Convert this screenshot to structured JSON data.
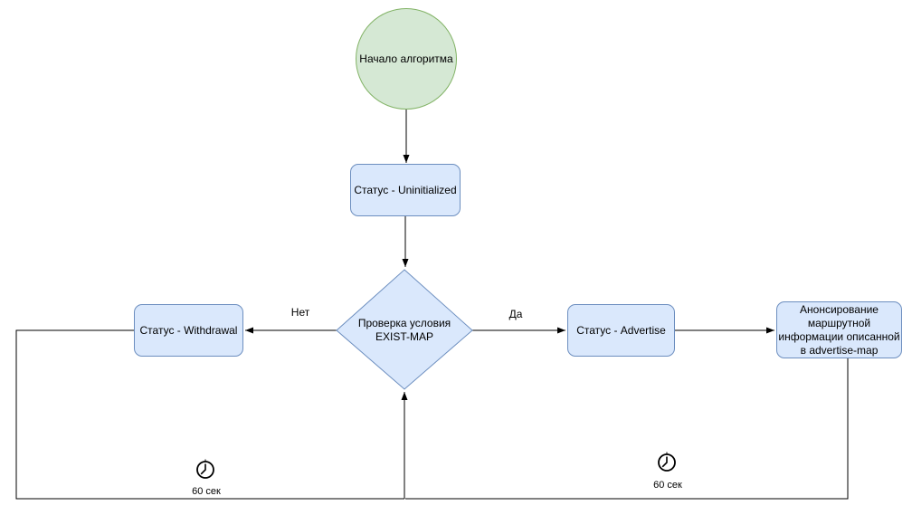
{
  "diagram": {
    "nodes": {
      "start": {
        "label": "Начало алгоритма",
        "shape": "circle"
      },
      "uninitialized": {
        "label": "Статус - Uninitialized"
      },
      "decision": {
        "line1": "Проверка условия",
        "line2": "EXIST-MAP"
      },
      "withdrawal": {
        "label": "Статус - Withdrawal"
      },
      "advertise": {
        "label": "Статус - Advertise"
      },
      "announce": {
        "line1": "Анонсирование",
        "line2": "маршрутной",
        "line3": "информации описанной",
        "line4": "в advertise-map"
      }
    },
    "edge_labels": {
      "no": "Нет",
      "yes": "Да",
      "timer_left": "60 сек",
      "timer_right": "60 сек"
    },
    "icons": {
      "timer_left": "clock-icon",
      "timer_right": "clock-icon"
    },
    "colors": {
      "start_fill": "#d5e8d4",
      "start_stroke": "#82b366",
      "process_fill": "#dae8fc",
      "process_stroke": "#6c8ebf",
      "edge": "#000000"
    }
  }
}
